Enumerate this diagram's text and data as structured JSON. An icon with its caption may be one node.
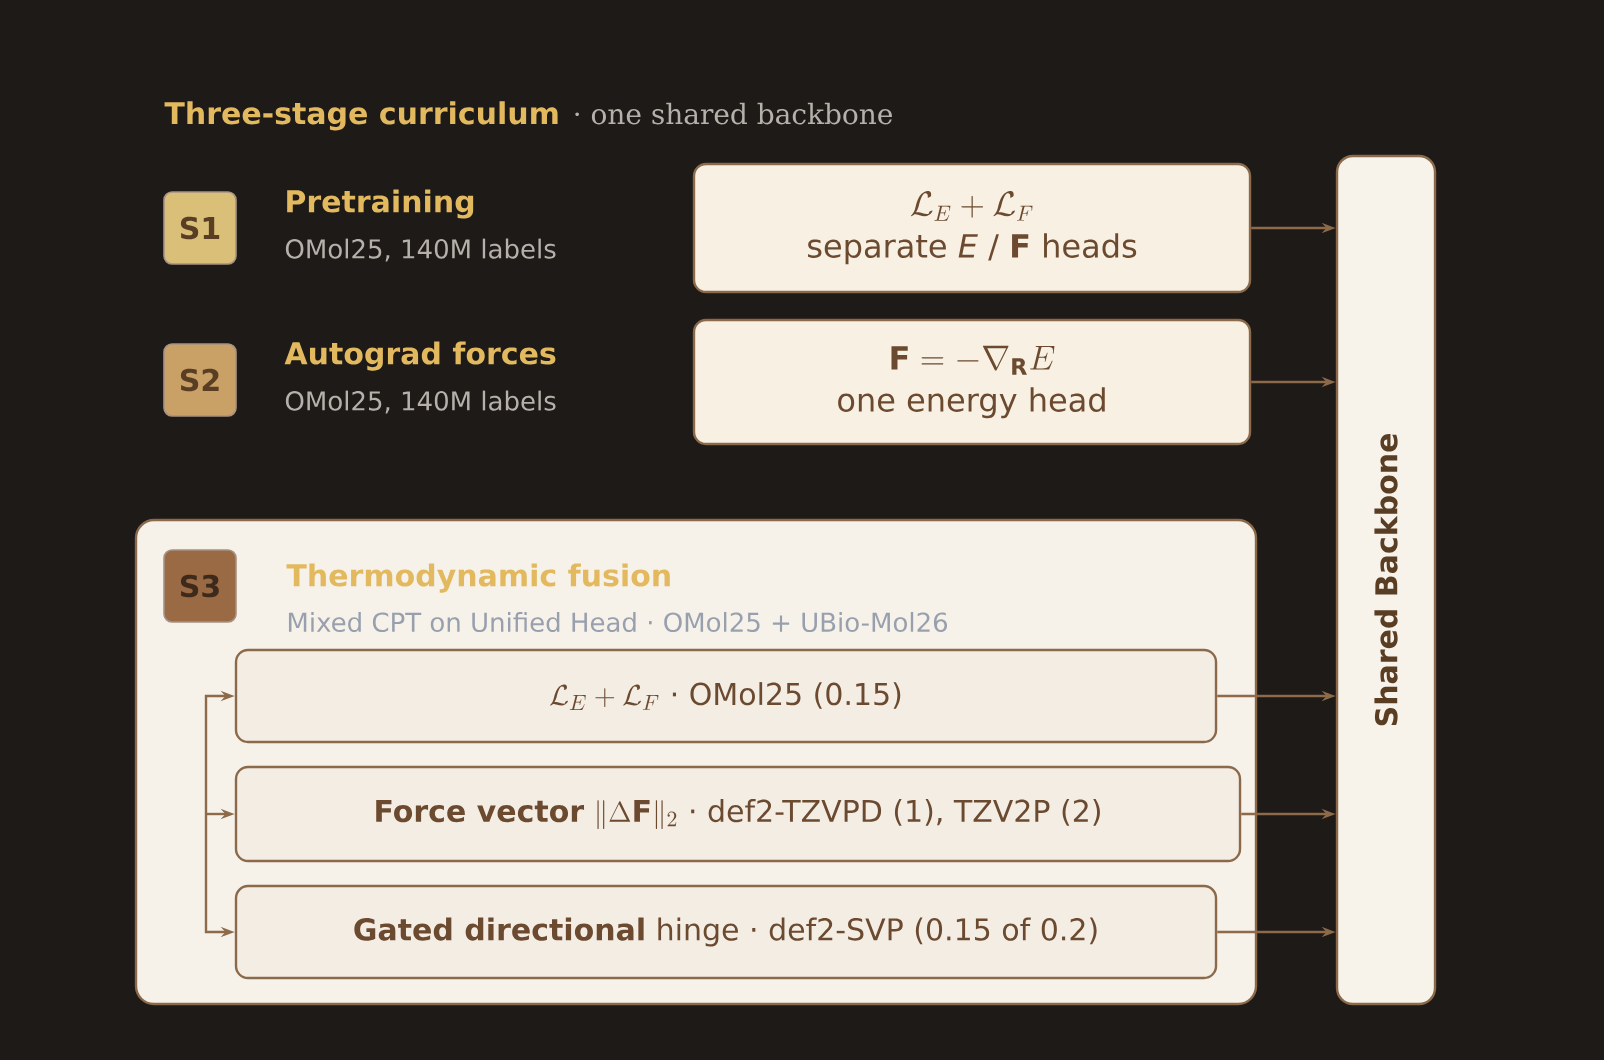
{
  "diagram": {
    "title": "Three-stage curriculum",
    "nodes": [
      {
        "text": [
          "S1"
        ],
        "beside": [
          "Pretraining",
          "OMol25, 140M labels"
        ]
      },
      {
        "text": [
          "\\mathcal{L}_E+\\mathcal{L}_F",
          "separate *E* / **F** heads"
        ]
      },
      {
        "text": [
          "S2"
        ],
        "beside": [
          "Autograd forces",
          "OMol25, 140M labels"
        ]
      },
      {
        "text": [
          "\\mathbf{F}=-\\nabla_{\\mathbf{R}}E",
          "one energy head"
        ]
      },
      {
        "text": [
          "Thermodynamic fusion",
          "Mixed CPT on Unified Head · OMol25 + UBio-Mol26"
        ]
      },
      {
        "text": [
          "S3"
        ],
        "in": 4
      },
      {
        "text": [
          "\\mathcal{L}_E+\\mathcal{L}_F",
          "· OMol25 (0.15)"
        ],
        "in": 4
      },
      {
        "text": [
          "Force vector",
          "\\|\\Delta\\mathbf{F}\\|_2",
          "· def2-TZVPD (1), TZV2P (2)"
        ],
        "in": 4
      },
      {
        "text": [
          "**Gated directional** hinge · def2-SVP (0.15 of 0.2)"
        ],
        "in": 4
      },
      {
        "text": [
          "Shared Backbone"
        ]
      }
    ],
    "edges": [
      {
        "from": 1,
        "to": 9,
        "arrow": "to"
      },
      {
        "from": 3,
        "to": 9,
        "arrow": "to"
      },
      {
        "from": 6,
        "to": 9,
        "arrow": "to"
      },
      {
        "from": 7,
        "to": 9,
        "arrow": "to"
      },
      {
        "from": 8,
        "to": 9,
        "arrow": "to"
      },
      {
        "from": null,
        "to": 6,
        "arrow": "to"
      },
      {
        "from": null,
        "to": 7,
        "arrow": "to"
      },
      {
        "from": null,
        "to": 8,
        "arrow": "to"
      }
    ],
    "labels": [
      "· one shared backbone"
    ]
  }
}
